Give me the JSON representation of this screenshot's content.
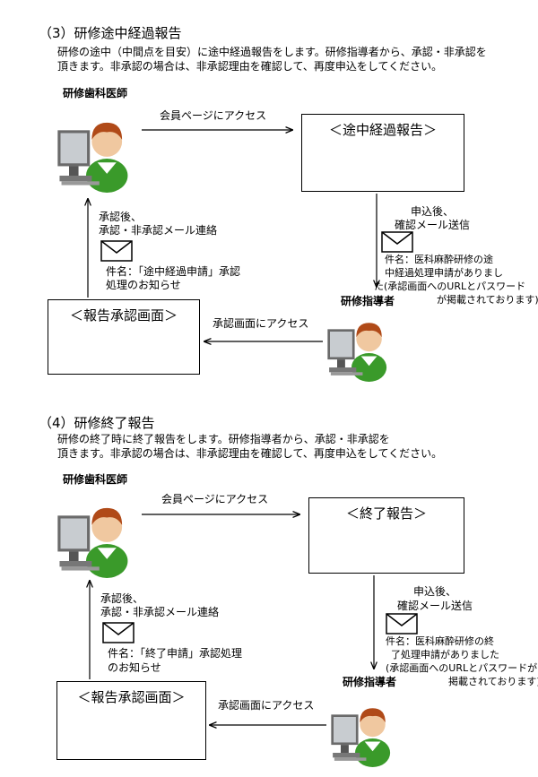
{
  "sections": [
    {
      "title": "（3）研修途中経過報告",
      "desc_line1": "研修の途中（中間点を目安）に途中経過報告をします。研修指導者から、承認・非承認を",
      "desc_line2": "頂きます。非承認の場合は、非承認理由を確認して、再度申込をしてください。",
      "trainee_label": "研修歯科医師",
      "access_member": "会員ページにアクセス",
      "report_box": "＜途中経過報告＞",
      "apply_line1": "申込後、",
      "apply_line2": "確認メール送信",
      "mail_line1": "件名：医科麻酔研修の途",
      "mail_line2": "中経過処理申請がありまし",
      "mail_line3": "た(承認画面へのURLとパスワード",
      "mail_line4": "が掲載されております)",
      "supervisor_label": "研修指導者",
      "approval_screen": "＜報告承認画面＞",
      "access_approval": "承認画面にアクセス",
      "after_line1": "承認後、",
      "after_line2": "承認・非承認メール連絡",
      "notice_line1": "件名：「途中経過申請」承認",
      "notice_line2": "処理のお知らせ"
    },
    {
      "title": "（4）研修終了報告",
      "desc_line1": "研修の終了時に終了報告をします。研修指導者から、承認・非承認を",
      "desc_line2": "頂きます。非承認の場合は、非承認理由を確認して、再度申込をしてください。",
      "trainee_label": "研修歯科医師",
      "access_member": "会員ページにアクセス",
      "report_box": "＜終了報告＞",
      "apply_line1": "申込後、",
      "apply_line2": "確認メール送信",
      "mail_line1": "件名：医科麻酔研修の終",
      "mail_line2": "了処理申請がありました",
      "mail_line3": "(承認画面へのURLとパスワードが",
      "mail_line4": "掲載されております)",
      "supervisor_label": "研修指導者",
      "approval_screen": "＜報告承認画面＞",
      "access_approval": "承認画面にアクセス",
      "after_line1": "承認後、",
      "after_line2": "承認・非承認メール連絡",
      "notice_line1": "件名：「終了申請」承認処理",
      "notice_line2": "のお知らせ"
    }
  ],
  "colors": {
    "skin": "#f0c8a0",
    "hair": "#b04a18",
    "shirt": "#3a9a2a",
    "monitor": "#6a6a6a",
    "screen": "#c8ccd0"
  },
  "icons": [
    "person-at-computer-icon",
    "envelope-icon"
  ]
}
